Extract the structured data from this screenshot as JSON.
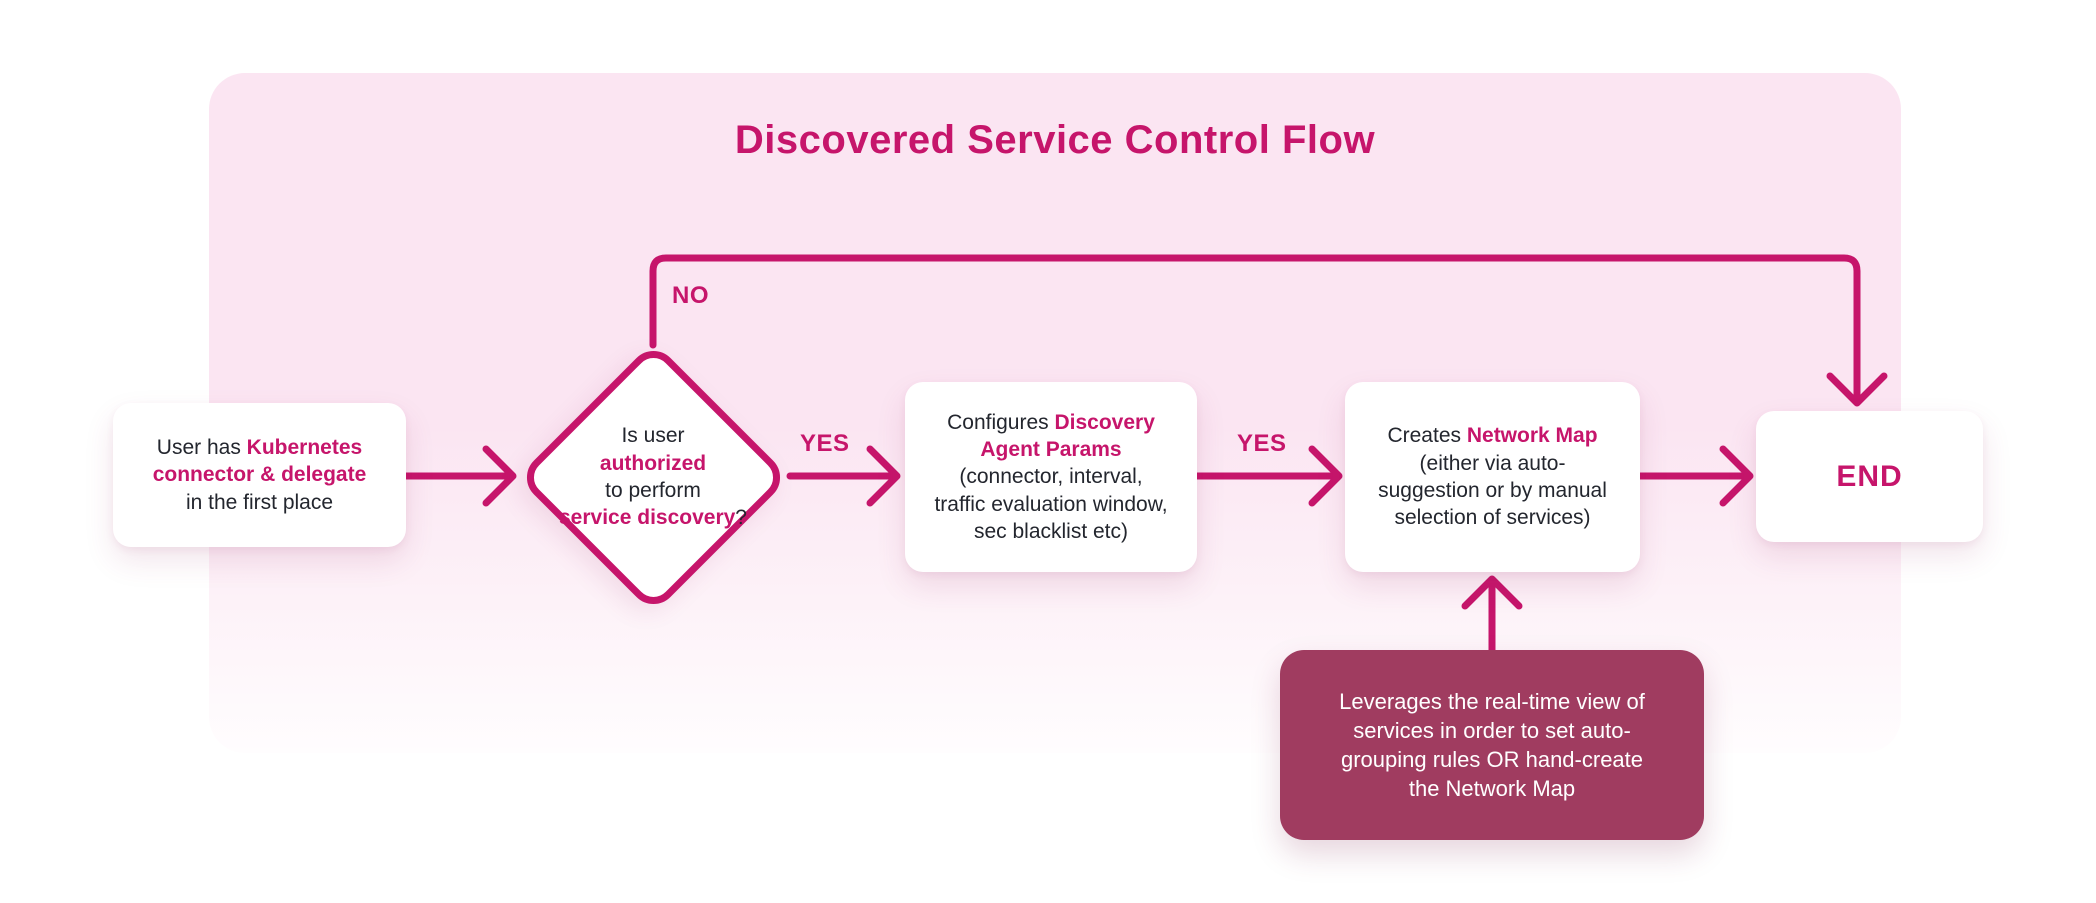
{
  "title": "Discovered Service Control Flow",
  "colors": {
    "accent": "#c6156b",
    "note_background": "#a03c60",
    "panel_pink": "#fbe5f2",
    "text_dark": "#23262e",
    "card_white": "#ffffff"
  },
  "labels": {
    "no": "NO",
    "yes_1": "YES",
    "yes_2": "YES"
  },
  "nodes": {
    "start": {
      "lines": [
        [
          {
            "t": "User has ",
            "a": 0
          },
          {
            "t": "Kubernetes",
            "a": 1
          }
        ],
        [
          {
            "t": "connector & delegate",
            "a": 1
          }
        ],
        [
          {
            "t": "in the first place",
            "a": 0
          }
        ]
      ]
    },
    "decision": {
      "lines": [
        [
          {
            "t": "Is user",
            "a": 0
          }
        ],
        [
          {
            "t": "authorized",
            "a": 1
          }
        ],
        [
          {
            "t": "to perform",
            "a": 0
          }
        ],
        [
          {
            "t": "service discovery",
            "a": 1
          },
          {
            "t": "?",
            "a": 0
          }
        ]
      ]
    },
    "configure": {
      "lines": [
        [
          {
            "t": "Configures ",
            "a": 0
          },
          {
            "t": "Discovery",
            "a": 1
          }
        ],
        [
          {
            "t": "Agent Params",
            "a": 1
          }
        ],
        [
          {
            "t": "(connector, interval,",
            "a": 0
          }
        ],
        [
          {
            "t": "traffic evaluation window,",
            "a": 0
          }
        ],
        [
          {
            "t": "sec blacklist etc)",
            "a": 0
          }
        ]
      ]
    },
    "create_map": {
      "lines": [
        [
          {
            "t": "Creates ",
            "a": 0
          },
          {
            "t": "Network Map",
            "a": 1
          }
        ],
        [
          {
            "t": "(either via auto-",
            "a": 0
          }
        ],
        [
          {
            "t": "suggestion or by manual",
            "a": 0
          }
        ],
        [
          {
            "t": "selection of services)",
            "a": 0
          }
        ]
      ]
    },
    "end": {
      "label": "END"
    },
    "note": {
      "lines": [
        [
          {
            "t": "Leverages the real-time view of",
            "a": 0
          }
        ],
        [
          {
            "t": "services in order to set auto-",
            "a": 0
          }
        ],
        [
          {
            "t": "grouping rules OR hand-create",
            "a": 0
          }
        ],
        [
          {
            "t": "the Network Map",
            "a": 0
          }
        ]
      ]
    }
  }
}
